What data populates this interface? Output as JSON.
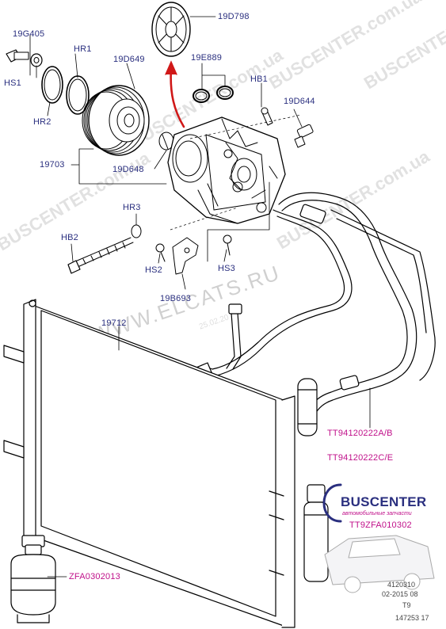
{
  "labels": {
    "19D798": "19D798",
    "19G405": "19G405",
    "HR1": "HR1",
    "19D649": "19D649",
    "19E889": "19E889",
    "HS1": "HS1",
    "HB1": "HB1",
    "19D644": "19D644",
    "HR2": "HR2",
    "19703": "19703",
    "19D648": "19D648",
    "HR3": "HR3",
    "HB2": "HB2",
    "HS2": "HS2",
    "HS3": "HS3",
    "19B693": "19B693",
    "19712": "19712"
  },
  "part_numbers": {
    "tt_ab": "TT94120222A/B",
    "tt_ce": "TT94120222C/E",
    "tt9zfa": "TT9ZFA010302",
    "zfa": "ZFA0302013"
  },
  "stamp": {
    "line1": "4120310",
    "line2": "02-2015 08",
    "line3": "T9",
    "line4": "147253 17"
  },
  "watermark": {
    "site": "BUSCENTER.com.ua",
    "elcats": "WWW.ELCATS.RU",
    "date": "25.02.20"
  },
  "logo": {
    "name": "BUSCENTER",
    "tagline": "автомобильные запчасти"
  },
  "colors": {
    "label": "#2a2f7f",
    "part_number": "#c0108a",
    "arrow": "#d01818"
  }
}
